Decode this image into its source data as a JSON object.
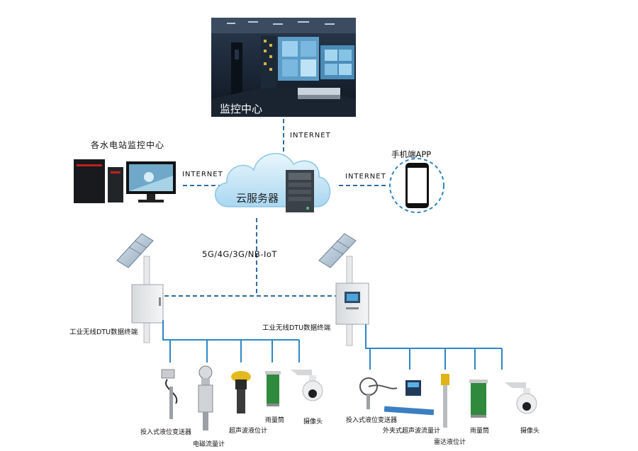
{
  "monitoring_center": {
    "label": "监控中心"
  },
  "cloud": {
    "label": "云服务器"
  },
  "links": {
    "top": "INTERNET",
    "left": "INTERNET",
    "right": "INTERNET",
    "bottom": "5G/4G/3G/NB-IoT"
  },
  "station_center": {
    "label": "各水电站监控中心"
  },
  "mobile_app": {
    "label": "手机端APP"
  },
  "dtu_left": {
    "label": "工业无线DTU数据终端"
  },
  "dtu_right": {
    "label": "工业无线DTU数据终端"
  },
  "left_devices": [
    {
      "label": "投入式液位变送器"
    },
    {
      "label": "电磁流量计"
    },
    {
      "label": "超声波液位计"
    },
    {
      "label": "雨量筒"
    },
    {
      "label": "摄像头"
    }
  ],
  "right_devices": [
    {
      "label": "投入式液位变送器"
    },
    {
      "label": "外夹式超声波流量计"
    },
    {
      "label": "雷达液位计"
    },
    {
      "label": "雨量筒"
    },
    {
      "label": "摄像头"
    }
  ],
  "colors": {
    "link": "#2f6aa5",
    "bus": "#2f86c6",
    "cloud": "#bfe2f4"
  }
}
